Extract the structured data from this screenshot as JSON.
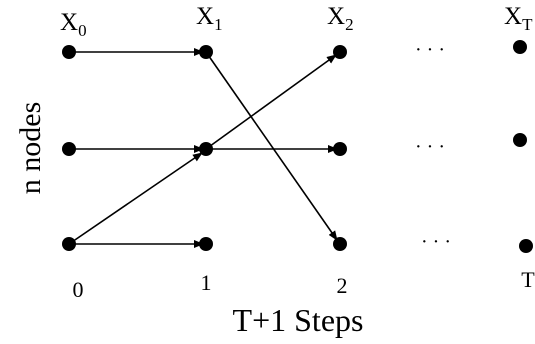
{
  "column_labels": [
    {
      "base": "X",
      "sub": "0"
    },
    {
      "base": "X",
      "sub": "1"
    },
    {
      "base": "X",
      "sub": "2"
    },
    {
      "base": "X",
      "sub": "T"
    }
  ],
  "ellipsis": "· · ·",
  "row_axis_label": "n nodes",
  "step_labels": [
    "0",
    "1",
    "2",
    "T"
  ],
  "steps_caption": "T+1 Steps",
  "colors": {
    "ink": "#000000",
    "background": "#ffffff"
  }
}
